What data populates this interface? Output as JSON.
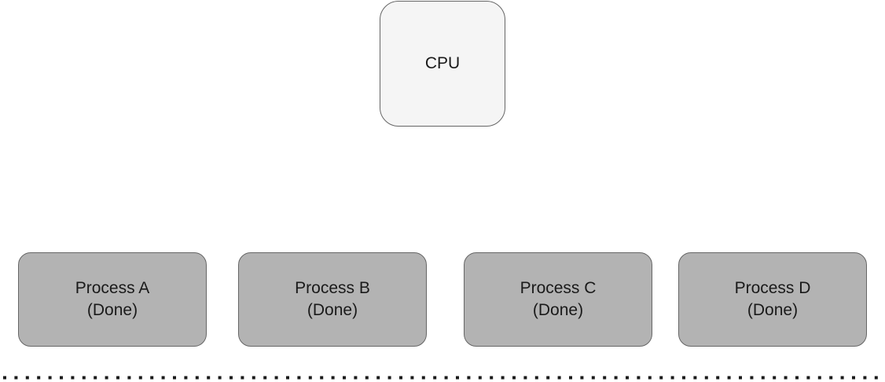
{
  "cpu": {
    "label": "CPU",
    "fill": "#f5f5f5",
    "stroke": "#666666"
  },
  "processes": [
    {
      "name": "Process A",
      "status": "(Done)"
    },
    {
      "name": "Process B",
      "status": "(Done)"
    },
    {
      "name": "Process C",
      "status": "(Done)"
    },
    {
      "name": "Process D",
      "status": "(Done)"
    }
  ],
  "process_style": {
    "fill": "#b3b3b3",
    "stroke": "#666666"
  },
  "separator": {
    "style": "dotted",
    "color": "#1a1a1a"
  }
}
